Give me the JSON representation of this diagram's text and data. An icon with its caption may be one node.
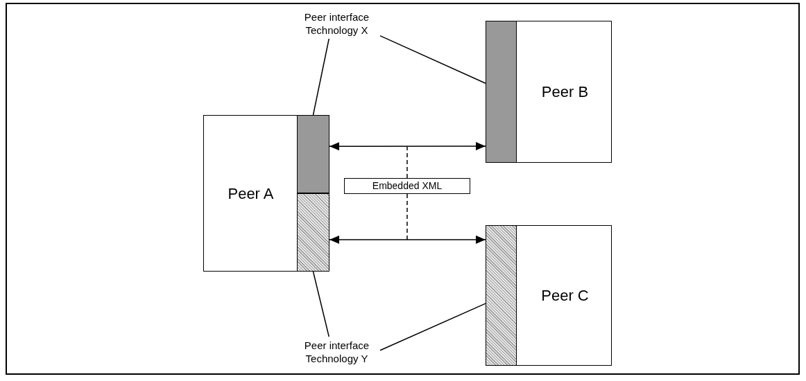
{
  "diagram": {
    "nodes": [
      {
        "text": [
          "Peer A"
        ]
      },
      {
        "text": [],
        "shape": "bar",
        "in": 0
      },
      {
        "text": [],
        "shape": "bar",
        "in": 0
      },
      {
        "text": [
          "Peer B"
        ]
      },
      {
        "text": [],
        "shape": "bar",
        "in": 3
      },
      {
        "text": [
          "Peer C"
        ]
      },
      {
        "text": [],
        "shape": "bar",
        "in": 5
      },
      {
        "text": [
          "Embedded XML"
        ]
      },
      {
        "text": [
          "Peer interface Technology X"
        ]
      },
      {
        "text": [
          "Peer interface Technology Y"
        ]
      }
    ],
    "edges": [
      {
        "from": 1,
        "to": 4,
        "arrow": "both"
      },
      {
        "from": 2,
        "to": 6,
        "arrow": "both"
      },
      {
        "from": 7,
        "to": null,
        "arrow": "none",
        "style": "dashed"
      },
      {
        "from": 7,
        "to": null,
        "arrow": "none",
        "style": "dashed"
      },
      {
        "from": 8,
        "to": 1,
        "arrow": "none"
      },
      {
        "from": 8,
        "to": 4,
        "arrow": "none"
      },
      {
        "from": 9,
        "to": 2,
        "arrow": "none"
      },
      {
        "from": 9,
        "to": 6,
        "arrow": "none"
      }
    ]
  }
}
